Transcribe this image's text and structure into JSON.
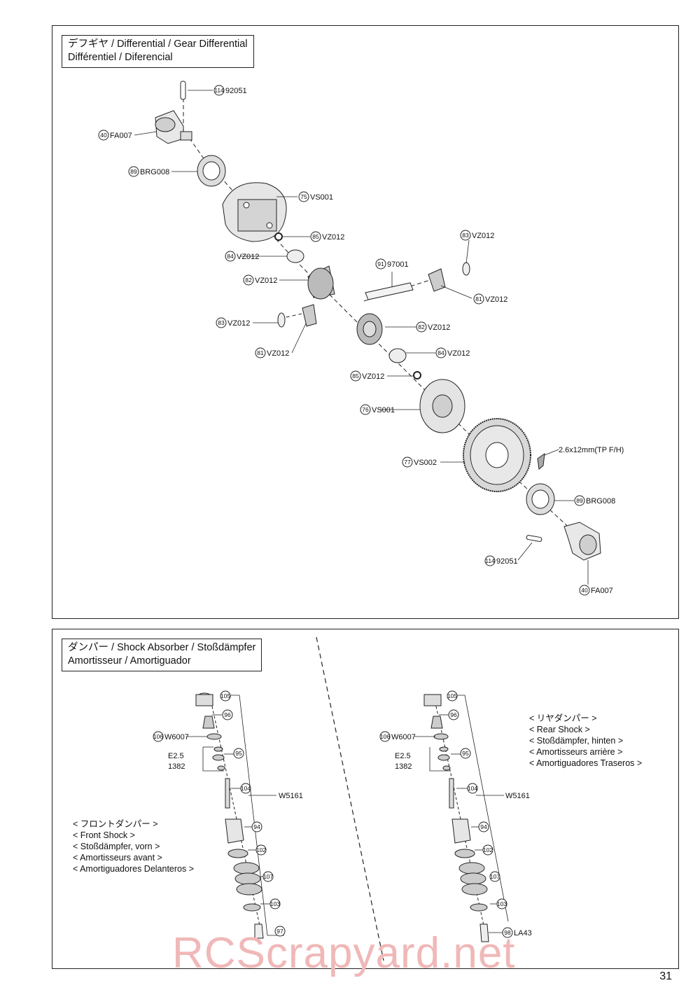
{
  "diff": {
    "title_line1": "デフギヤ / Differential / Gear Differential",
    "title_line2": "Différentiel / Diferencial",
    "parts": [
      {
        "num": "114",
        "code": "92051"
      },
      {
        "num": "40",
        "code": "FA007"
      },
      {
        "num": "89",
        "code": "BRG008"
      },
      {
        "num": "75",
        "code": "VS001"
      },
      {
        "num": "85",
        "code": "VZ012"
      },
      {
        "num": "84",
        "code": "VZ012"
      },
      {
        "num": "82",
        "code": "VZ012"
      },
      {
        "num": "83",
        "code": "VZ012"
      },
      {
        "num": "81",
        "code": "VZ012"
      },
      {
        "num": "91",
        "code": "97001"
      },
      {
        "num": "83",
        "code": "VZ012"
      },
      {
        "num": "81",
        "code": "VZ012"
      },
      {
        "num": "82",
        "code": "VZ012"
      },
      {
        "num": "84",
        "code": "VZ012"
      },
      {
        "num": "85",
        "code": "VZ012"
      },
      {
        "num": "76",
        "code": "VS001"
      },
      {
        "num": "77",
        "code": "VS002"
      },
      {
        "num": "",
        "code": "2.6x12mm(TP F/H)"
      },
      {
        "num": "89",
        "code": "BRG008"
      },
      {
        "num": "114",
        "code": "92051"
      },
      {
        "num": "40",
        "code": "FA007"
      }
    ]
  },
  "shock": {
    "title_line1": "ダンパー / Shock Absorber / Stoßdämpfer",
    "title_line2": "Amortisseur / Amortiguador",
    "front_caption": [
      "< フロントダンパー >",
      "< Front Shock >",
      "< Stoßdämpfer, vorn >",
      "< Amortisseurs avant >",
      "< Amortiguadores Delanteros >"
    ],
    "rear_caption": [
      "< リヤダンパー >",
      "< Rear Shock >",
      "< Stoßdämpfer, hinten >",
      "< Amortisseurs arrière >",
      "< Amortiguadores Traseros >"
    ],
    "front_parts": [
      "105",
      "96",
      "95",
      "104",
      "94",
      "102",
      "107",
      "103",
      "97"
    ],
    "rear_parts": [
      "105",
      "96",
      "95",
      "104",
      "94",
      "102",
      "107",
      "103",
      "98"
    ],
    "w6007_num": "106",
    "w6007": "W6007",
    "e25": "E2.5",
    "e25_code": "1382",
    "w5161": "W5161",
    "la43": "LA43"
  },
  "page_number": "31",
  "watermark": "RCScrapyard.net"
}
